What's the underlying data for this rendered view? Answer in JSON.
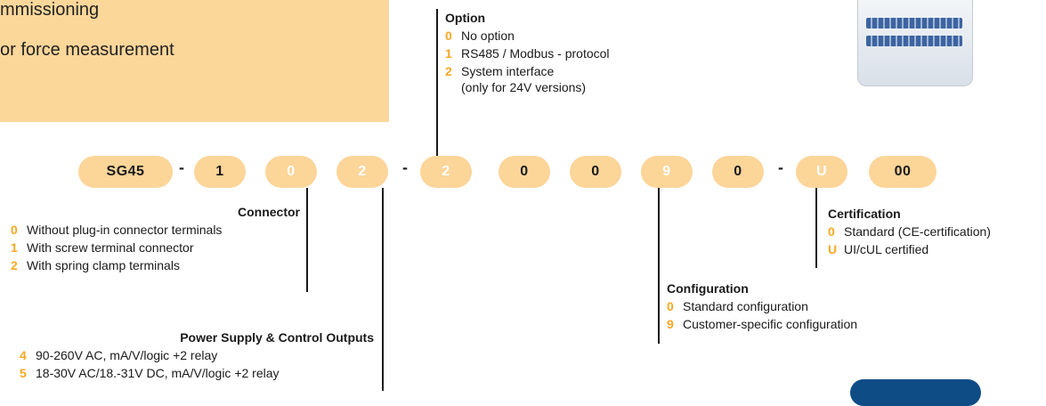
{
  "intro": {
    "line1": "mmissioning",
    "line2": "or force measurement"
  },
  "code": {
    "segments": [
      "SG45",
      "1",
      "0",
      "2",
      "2",
      "0",
      "0",
      "9",
      "0",
      "U",
      "00"
    ],
    "separator": "-"
  },
  "option": {
    "title": "Option",
    "items": [
      {
        "code": "0",
        "label": "No option"
      },
      {
        "code": "1",
        "label": "RS485 / Modbus - protocol"
      },
      {
        "code": "2",
        "label": "System interface",
        "note": "(only for 24V versions)"
      }
    ]
  },
  "connector": {
    "title": "Connector",
    "items": [
      {
        "code": "0",
        "label": "Without plug-in connector terminals"
      },
      {
        "code": "1",
        "label": "With screw terminal connector"
      },
      {
        "code": "2",
        "label": "With spring clamp terminals"
      }
    ]
  },
  "power": {
    "title": "Power Supply & Control Outputs",
    "items": [
      {
        "code": "4",
        "label": "90-260V AC, mA/V/logic +2 relay"
      },
      {
        "code": "5",
        "label": "18-30V AC/18.-31V DC, mA/V/logic +2 relay"
      }
    ]
  },
  "certification": {
    "title": "Certification",
    "items": [
      {
        "code": "0",
        "label": "Standard (CE-certification)"
      },
      {
        "code": "U",
        "label": "UI/cUL certified"
      }
    ]
  },
  "configuration": {
    "title": "Configuration",
    "items": [
      {
        "code": "0",
        "label": "Standard configuration"
      },
      {
        "code": "9",
        "label": "Customer-specific configuration"
      }
    ]
  },
  "colors": {
    "accent": "#f7a823",
    "pill": "#fcd599",
    "banner": "#fcd79a",
    "line": "#1a1a1a"
  }
}
